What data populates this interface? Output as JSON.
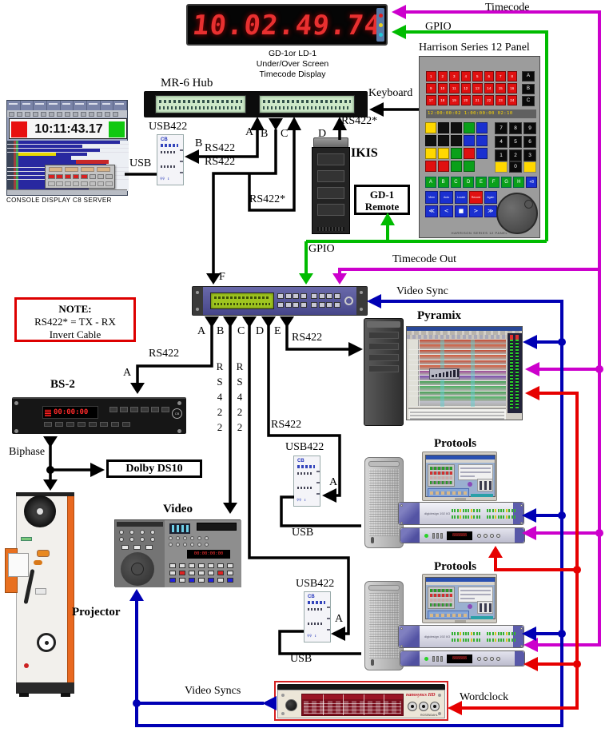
{
  "colors": {
    "black": "#000000",
    "green": "#00bb00",
    "magenta": "#cc00cc",
    "blue": "#0000b4",
    "red": "#e60000",
    "note": "#dd0000"
  },
  "timecode_display": {
    "digits": "10.02.49.74",
    "caption": "GD-1or LD-1\nUnder/Over Screen\nTimecode Display"
  },
  "wire_labels": {
    "timecode": "Timecode",
    "gpio": "GPIO",
    "keyboard": "Keyboard",
    "rs422": "RS422",
    "rs422_star": "RS422*",
    "usb": "USB",
    "usb422": "USB422",
    "timecode_out": "Timecode Out",
    "video_sync": "Video Sync",
    "video_syncs": "Video Syncs",
    "wordclock": "Wordclock",
    "biphase": "Biphase",
    "rs422_vertical": "R\nS\n4\n2\n2"
  },
  "ports": {
    "a": "A",
    "b": "B",
    "c": "C",
    "d": "D",
    "e": "E",
    "f": "F"
  },
  "note": {
    "line1": "NOTE:",
    "line2": "RS422* = TX - RX",
    "line3": "Invert Cable"
  },
  "devices": {
    "mr6_hub": "MR-6 Hub",
    "console": {
      "caption": "CONSOLE DISPLAY C8 SERVER",
      "timecode": "10:11:43.17"
    },
    "harrison": {
      "title": "Harrison Series 12 Panel",
      "caption": "HARRISON SERIES 12 PANEL",
      "lcd": "12:00:00:02   1:00:00:00 02:10",
      "red_keys": [
        "1",
        "2",
        "3",
        "4",
        "5",
        "6",
        "7",
        "8",
        "9",
        "10",
        "11",
        "12",
        "13",
        "14",
        "15",
        "16",
        "17",
        "18",
        "19",
        "20",
        "21",
        "22",
        "23",
        "24"
      ],
      "abc": [
        "A",
        "B",
        "C"
      ],
      "numpad": [
        "7",
        "8",
        "9",
        "4",
        "5",
        "6",
        "1",
        "2",
        "3"
      ],
      "zero": "0",
      "green_keys": [
        "A",
        "B",
        "C",
        "D",
        "E",
        "F",
        "G",
        "H"
      ],
      "green_extra": "+8",
      "fn_keys": [
        "Mem",
        "Auto",
        "Locate",
        "Record",
        "Again"
      ],
      "transport": [
        "≪",
        "<",
        "■",
        ">",
        "≫"
      ]
    },
    "ikis": "IKIS",
    "gd1_remote": "GD-1\nRemote",
    "bs2": {
      "name": "BS-2",
      "led": "00:00:00"
    },
    "dolby": "Dolby DS10",
    "projector": "Projector",
    "video": {
      "name": "Video",
      "led": "00:00:00:00"
    },
    "pyramix": "Pyramix",
    "protools": "Protools",
    "nanosyncs": {
      "logo": "nanosyncs HD",
      "brand": "ROSENDAHL"
    }
  },
  "console_tracks": [
    [
      [
        "b",
        92
      ]
    ],
    [
      [
        "b",
        58
      ]
    ],
    [
      [
        "b",
        74
      ]
    ],
    [
      [
        "y",
        34
      ],
      [
        "b",
        28
      ]
    ],
    [
      [
        "b",
        48
      ]
    ],
    [
      [
        "b",
        52
      ],
      [
        "r",
        30
      ]
    ],
    [
      [
        "b",
        80
      ]
    ],
    [
      [
        "b",
        38
      ]
    ],
    [
      [
        "b",
        68
      ]
    ],
    [
      [
        "b",
        30
      ]
    ],
    [
      [
        "b",
        84
      ]
    ],
    [
      [
        "b",
        50
      ]
    ],
    [
      [
        "b",
        64
      ]
    ]
  ],
  "pyramix_rows": [
    "#c64a32",
    "#d4583a",
    "#c64a32",
    "#d4583a",
    "#c64a32",
    "#d4583a",
    "#a04898",
    "#7a48b0",
    "#3fa050",
    "#4cb060",
    "#3fa050",
    "#4cb060",
    "#c0c0cc"
  ],
  "harrison_left": [
    [
      "#ffd800",
      "#101010",
      "#101010",
      "#0aa01a",
      "#1a30d0"
    ],
    [
      "#101010",
      "#101010",
      "#101010",
      "#1a30d0",
      "#1a30d0"
    ],
    [
      "#ffd800",
      "#ffd800",
      "#0aa01a",
      "#e01010",
      "#1a30d0"
    ],
    [
      "#e01010",
      "#e01010",
      "#0aa01a",
      "#0aa01a",
      ""
    ]
  ],
  "harrison_fn_colors": [
    "#1a30d0",
    "#1a30d0",
    "#1a30d0",
    "#e01010",
    "#1a30d0"
  ]
}
